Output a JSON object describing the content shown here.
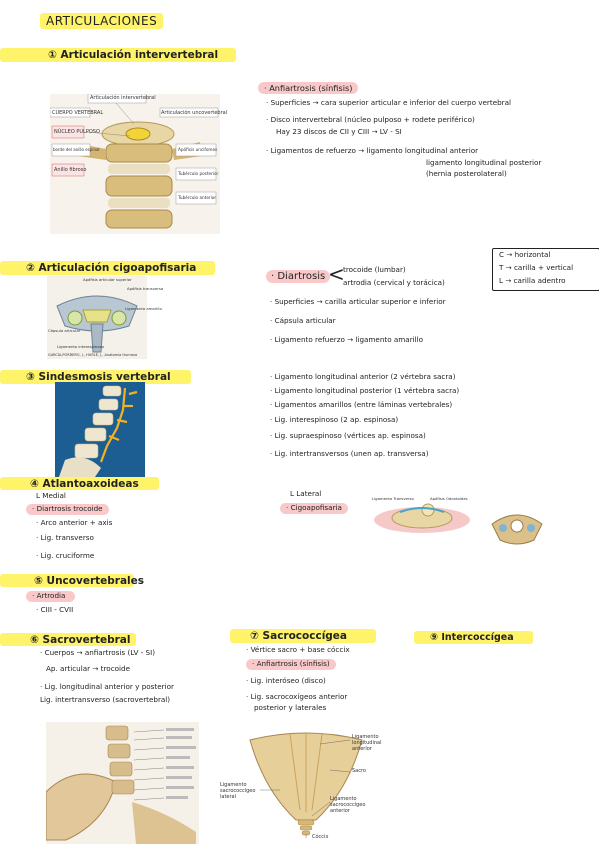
{
  "title": "ARTICULACIONES",
  "s1": {
    "heading": "① Articulación intervertebral",
    "pill": "· Anfiartrosis (sínfisis)",
    "lines": [
      "· Superficies → cara superior articular e inferior del cuerpo vertebral",
      "· Disco intervertebral (núcleo pulposo + rodete periférico)",
      "Hay 23 discos de CII y CIII → LV - SI",
      "· Ligamentos de refuerzo → ligamento longitudinal anterior",
      "ligamento longitudinal posterior",
      "(hernia posterolateral)"
    ],
    "img_labels": [
      "Articulación intervertebral",
      "CUERPO VERTEBRAL",
      "Articulación uncovertebral",
      "NÚCLEO PULPOSO",
      "borde del anillo espinal",
      "Anillo fibroso",
      "Apófisis uncifomes",
      "Tubérculo posterior",
      "Tubérculo anterior"
    ]
  },
  "s2": {
    "heading": "② Articulación cigoapofisaria",
    "pill": "· Diartrosis",
    "brace_lines": [
      "trocoide (lumbar)",
      "artrodia (cervical y torácica)"
    ],
    "box_lines": [
      "C → horizontal",
      "T → carilla + vertical",
      "L → carilla adentro"
    ],
    "lines": [
      "· Superficies → carilla articular superior e inferior",
      "· Cápsula articular",
      "· Ligamento refuerzo → ligamento amarillo"
    ],
    "img_labels": [
      "Apófisis articular superior",
      "Apófisis transversa",
      "Ligamento amarillo",
      "Cápsula articular",
      "Ligamento interespinoso"
    ],
    "img_caption": "GARCÍA-PORRERO, J., HURLÉ, J., Anatomía Humana"
  },
  "s3": {
    "heading": "③ Sindesmosis vertebral",
    "lines": [
      "· Ligamento longitudinal anterior (2 vértebra sacra)",
      "· Ligamento longitudinal posterior (1 vértebra sacra)",
      "· Ligamentos amarillos (entre láminas vertebrales)",
      "· Lig. interespinoso (2 ap. espinosa)",
      "· Lig. supraespinoso (vértices ap. espinosa)",
      "· Lig. intertransversos (unen ap. transversa)"
    ]
  },
  "s4": {
    "heading": "④ Atlantoaxoideas",
    "medial": "L Medial",
    "pill": "· Diartrosis trocoide",
    "lines": [
      "· Arco anterior + axis",
      "· Lig. transverso",
      "· Lig. cruciforme"
    ],
    "lateral": "L Lateral",
    "lateral_pill": "· Cigoapofisaria",
    "img_labels": [
      "Ligamento Transverso",
      "Apófisis Odontoides"
    ]
  },
  "s5": {
    "heading": "⑤ Uncovertebrales",
    "pill": "· Artrodia",
    "line": "· CIII - CVII"
  },
  "s6": {
    "heading": "⑥ Sacrovertebral",
    "lines": [
      "· Cuerpos → anfiartrosis (LV - SI)",
      "Ap. articular → trocoide",
      "· Lig. longitudinal anterior y posterior",
      "Lig. intertransverso (sacrovertebral)"
    ]
  },
  "s7": {
    "heading": "⑦ Sacrococcígea",
    "line1": "· Vértice sacro + base cóccix",
    "pill": "· Anfiartrosis (sínfisis)",
    "lines": [
      "· Lig. interóseo (disco)",
      "· Lig. sacrocoxígeos anterior",
      "posterior y laterales"
    ],
    "img_labels": [
      "Ligamento longitudinal anterior",
      "Sacro",
      "Ligamento sacrococcígeo lateral",
      "Ligamento sacrococcígeo anterior",
      "Cóccix"
    ]
  },
  "s8": {
    "heading": "⑨ Intercoccígea"
  },
  "colors": {
    "yellow": "#fff36a",
    "pink": "#f9c9c9",
    "bone": "#e9d6a5"
  }
}
